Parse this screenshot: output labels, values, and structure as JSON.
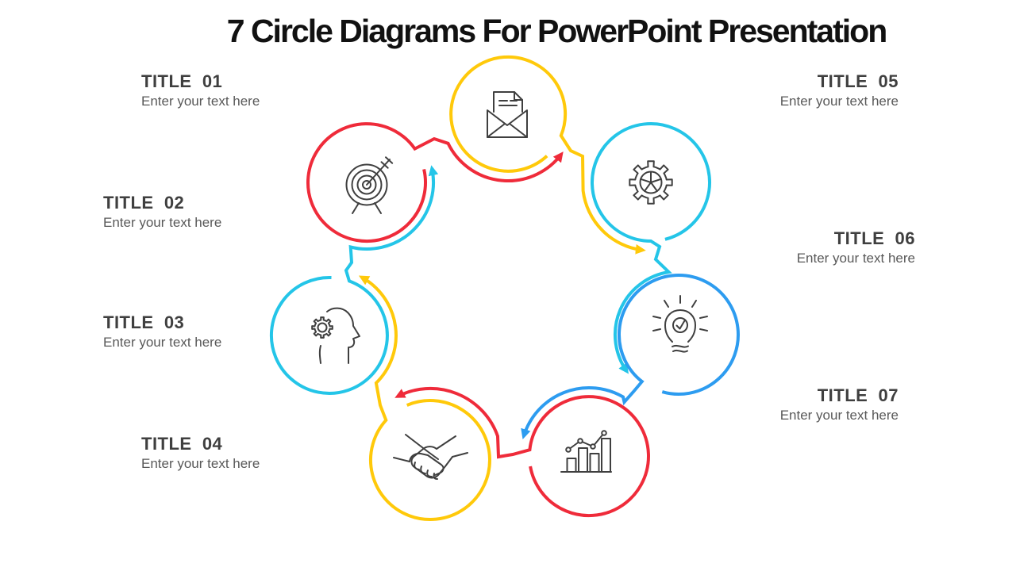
{
  "title": "7 Circle Diagrams For PowerPoint Presentation",
  "labels": [
    {
      "label": "TITLE  01",
      "text": "Enter your text here"
    },
    {
      "label": "TITLE  02",
      "text": "Enter your text here"
    },
    {
      "label": "TITLE  03",
      "text": "Enter your text here"
    },
    {
      "label": "TITLE  04",
      "text": "Enter your text here"
    },
    {
      "label": "TITLE  05",
      "text": "Enter your text here"
    },
    {
      "label": "TITLE  06",
      "text": "Enter your text here"
    },
    {
      "label": "TITLE  07",
      "text": "Enter your text here"
    }
  ],
  "circles": [
    {
      "name": "mail-document",
      "color": "#FFC90A"
    },
    {
      "name": "gear",
      "color": "#24C5E8"
    },
    {
      "name": "lightbulb-idea",
      "color": "#2D9CF0"
    },
    {
      "name": "bar-chart-growth",
      "color": "#EF2B3A"
    },
    {
      "name": "handshake",
      "color": "#FFC90A"
    },
    {
      "name": "head-gear-mind",
      "color": "#24C5E8"
    },
    {
      "name": "target-arrow",
      "color": "#EF2B3A"
    }
  ],
  "colors": {
    "yellow": "#FFC90A",
    "cyan": "#24C5E8",
    "blue": "#2D9CF0",
    "red": "#EF2B3A",
    "icon": "#3F3F3F",
    "title_text": "#111111",
    "label_text": "#3F3F3F",
    "sub_text": "#595959"
  }
}
